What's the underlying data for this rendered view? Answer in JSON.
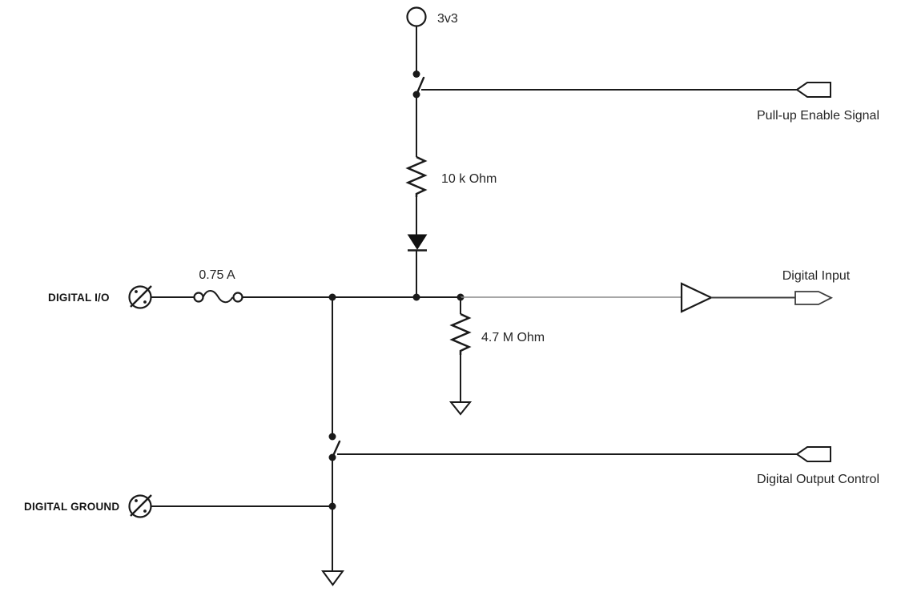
{
  "labels": {
    "power": "3v3",
    "fuse_rating": "0.75 A",
    "pullup_resistor": "10 k Ohm",
    "pulldown_resistor": "4.7 M Ohm",
    "io_terminal": "DIGITAL I/O",
    "ground_terminal": "DIGITAL GROUND",
    "pullup_enable": "Pull-up Enable Signal",
    "digital_input": "Digital Input",
    "digital_output": "Digital Output Control"
  },
  "colors": {
    "wire": "#1a1a1a",
    "thin_wire": "#8a8a8a",
    "secondary_wire": "#3d3d3d",
    "background": "#ffffff"
  },
  "schematic": {
    "type": "circuit",
    "components": [
      {
        "id": "power-source",
        "kind": "power-source",
        "label": "3v3"
      },
      {
        "id": "pullup-switch",
        "kind": "spst-switch",
        "controlled_by": "Pull-up Enable Signal"
      },
      {
        "id": "pullup-resistor",
        "kind": "resistor",
        "value": "10 k Ohm"
      },
      {
        "id": "blocking-diode",
        "kind": "diode",
        "direction": "down"
      },
      {
        "id": "fuse",
        "kind": "fuse",
        "rating": "0.75 A"
      },
      {
        "id": "io-terminal",
        "kind": "screw-terminal",
        "label": "DIGITAL I/O"
      },
      {
        "id": "pulldown-resistor",
        "kind": "resistor",
        "value": "4.7 M Ohm",
        "to": "ground"
      },
      {
        "id": "input-buffer",
        "kind": "buffer",
        "output": "Digital Input"
      },
      {
        "id": "output-switch",
        "kind": "spst-switch",
        "controlled_by": "Digital Output Control",
        "to": "ground"
      },
      {
        "id": "ground-terminal",
        "kind": "screw-terminal",
        "label": "DIGITAL GROUND"
      }
    ]
  }
}
